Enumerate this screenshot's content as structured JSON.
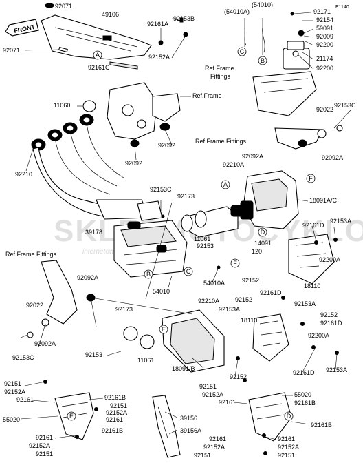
{
  "diagram_code": "E1140",
  "front_label": "FRONT",
  "callouts": [
    "A",
    "B",
    "C",
    "D",
    "E",
    "F"
  ],
  "watermark": {
    "main": "SKLEPMOTOCYKLOWY.PL",
    "sub": "internetowy sklep motocyklowy"
  },
  "ref_labels": {
    "ref_frame": "Ref.Frame",
    "ref_frame_fittings_1": "Ref.Frame",
    "ref_frame_fittings_1b": "Fittings",
    "ref_frame_fittings_2": "Ref.Frame Fittings",
    "ref_frame_fittings_3": "Ref.Frame Fittings"
  },
  "part_labels": {
    "p92071_top": "92071",
    "p49106": "49106",
    "p92153B": "92153B",
    "p92161A": "92161A",
    "p92071_left": "92071",
    "p92152A_top": "92152A",
    "p92161C": "92161C",
    "p54010A_top": "(54010A)",
    "p54010_top": "(54010)",
    "p92171": "92171",
    "p92154": "92154",
    "p59091": "59091",
    "p92009": "92009",
    "p92200_a": "92200",
    "p21174": "21174",
    "p92200_b": "92200",
    "p11060": "11060",
    "p92092_mid": "92092",
    "p92092_left": "92092",
    "p92153C_right": "92153C",
    "p92022_right": "92022",
    "p92092A_right": "92092A",
    "p92210": "92210",
    "p92092A_mid": "92092A",
    "p92210A_mid": "92210A",
    "p92153C_mid": "92153C",
    "p92173_top": "92173",
    "p18091AC": "18091A/C",
    "p39178": "39178",
    "p11061_top": "11061",
    "p92153_mid": "92153",
    "p14091": "14091",
    "p120": "120",
    "p92161D_a": "92161D",
    "p92153A_a": "92153A",
    "p92200A_a": "92200A",
    "p92092A_left": "92092A",
    "p54010": "54010",
    "p54010A": "54010A",
    "p92152_a": "92152",
    "p18110_a": "18110",
    "p92161D_b": "92161D",
    "p92152_b": "92152",
    "p92153A_b": "92153A",
    "p92153A_c": "92153A",
    "p18110_b": "18110",
    "p92152_c": "92152",
    "p92161D_c": "92161D",
    "p92210A_low": "92210A",
    "p92022_left": "92022",
    "p92173_low": "92173",
    "p92092A_low": "92092A",
    "p92200A_b": "92200A",
    "p92153C_low": "92153C",
    "p92153_low": "92153",
    "p11061_low": "11061",
    "p18091B": "18091/B",
    "p92161D_d": "92161D",
    "p92153A_d": "92153A",
    "p92152_d": "92152",
    "p92151_a": "92151",
    "p92152A_a": "92152A",
    "p92161_a": "92161",
    "p92161B_a": "92161B",
    "p92151_b": "92151",
    "p92152A_b": "92152A",
    "p55020_a": "55020",
    "p92161_b": "92161",
    "p92161B_b": "92161B",
    "p92161_c": "92161",
    "p92152A_c": "92152A",
    "p92151_c": "92151",
    "p39156": "39156",
    "p39156A": "39156A",
    "p92151_d": "92151",
    "p92152A_d": "92152A",
    "p92161_d": "92161",
    "p55020_b": "55020",
    "p92161B_c": "92161B",
    "p92161B_d": "92161B",
    "p92161_e": "92161",
    "p92152A_e": "92152A",
    "p92151_e": "92151",
    "p92161_f": "92161",
    "p92152A_f": "92152A",
    "p92151_f": "92151"
  }
}
